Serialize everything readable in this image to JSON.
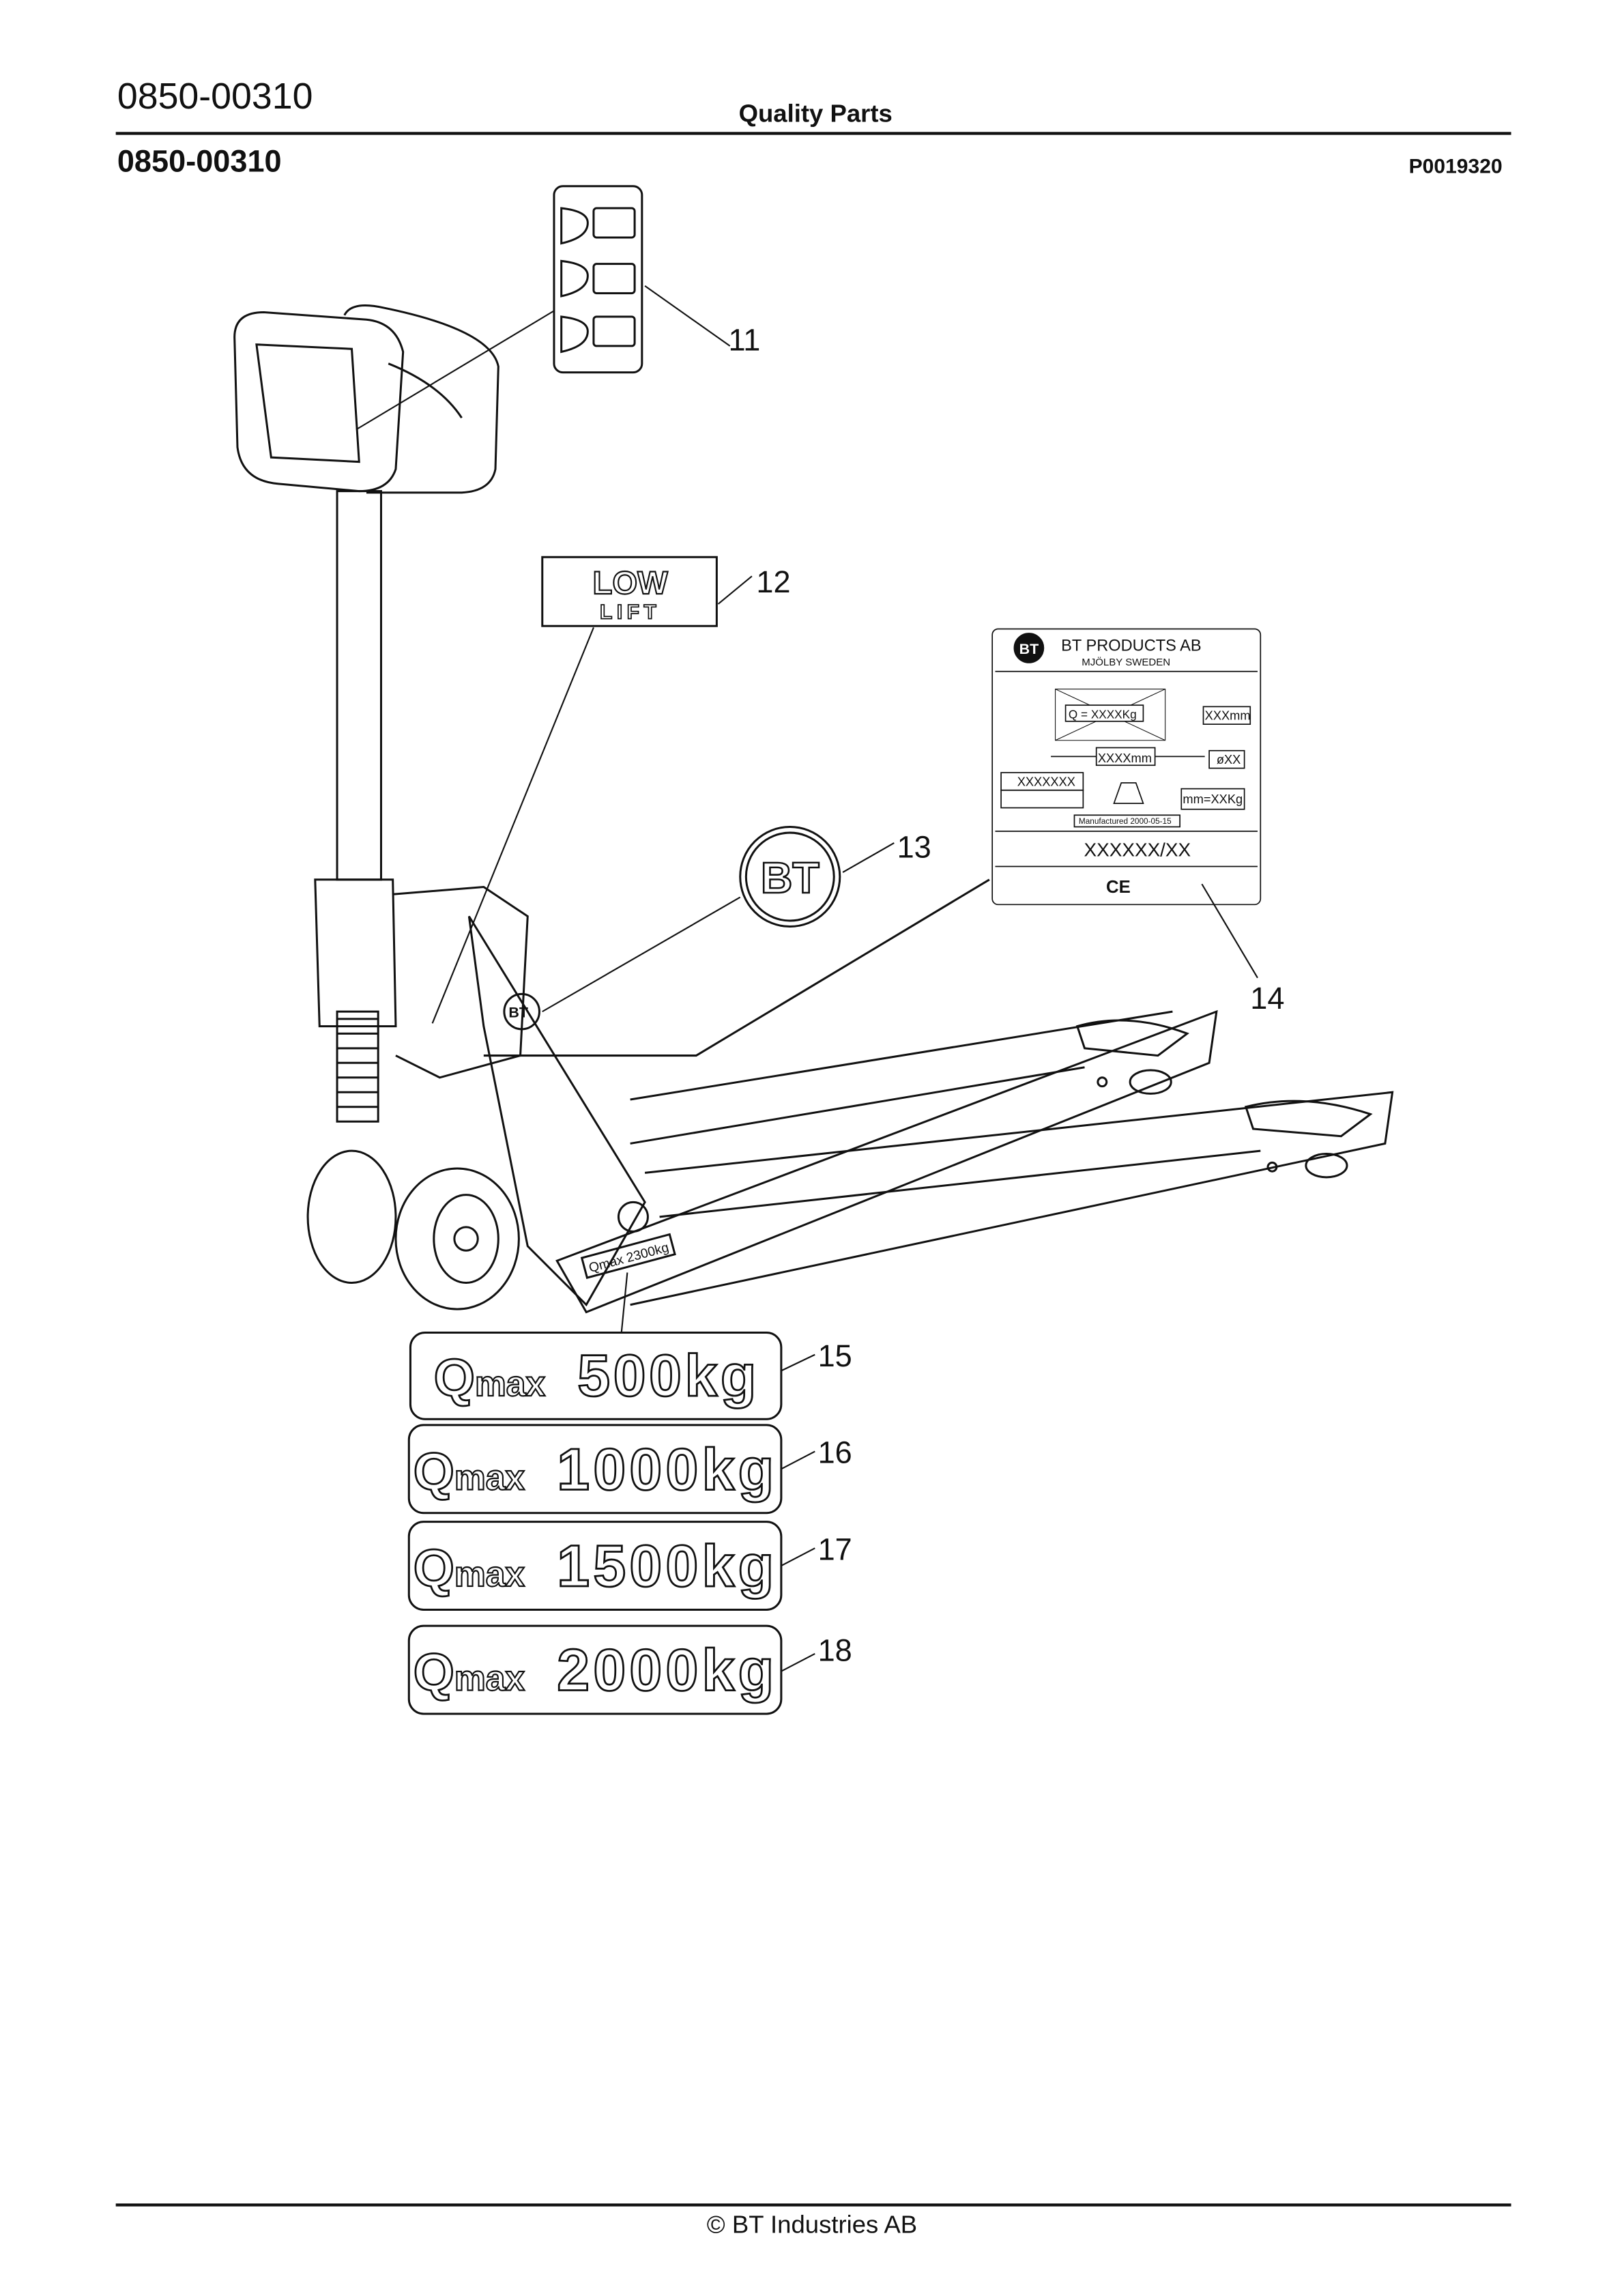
{
  "header": {
    "doc_number": "0850-00310",
    "title": "Quality Parts",
    "section_number": "0850-00310",
    "figure_id": "P0019320"
  },
  "callouts": [
    "11",
    "12",
    "13",
    "14",
    "15",
    "16",
    "17",
    "18"
  ],
  "decals": {
    "low_lift": {
      "line1": "LOW",
      "line2": "LIFT"
    },
    "logo": "BT",
    "truck_capacity_label": "Qmax 2300kg",
    "data_plate": {
      "company": "BT PRODUCTS AB",
      "location": "MJÖLBY SWEDEN",
      "capacity": "Q  = XXXXKg",
      "height": "XXXmm",
      "length": "XXXXmm",
      "diameter": "øXX",
      "serial": "XXXXXXX",
      "weight": "mm=XXKg",
      "manufactured": "Manufactured 2000-05-15",
      "model": "XXXXXX/XX",
      "ce_mark": "CE"
    },
    "qmax": [
      {
        "prefix": "Q",
        "sub": "max",
        "value": "500kg"
      },
      {
        "prefix": "Q",
        "sub": "max",
        "value": "1000kg"
      },
      {
        "prefix": "Q",
        "sub": "max",
        "value": "1500kg"
      },
      {
        "prefix": "Q",
        "sub": "max",
        "value": "2000kg"
      }
    ]
  },
  "footer": {
    "copyright": "© BT Industries AB"
  }
}
